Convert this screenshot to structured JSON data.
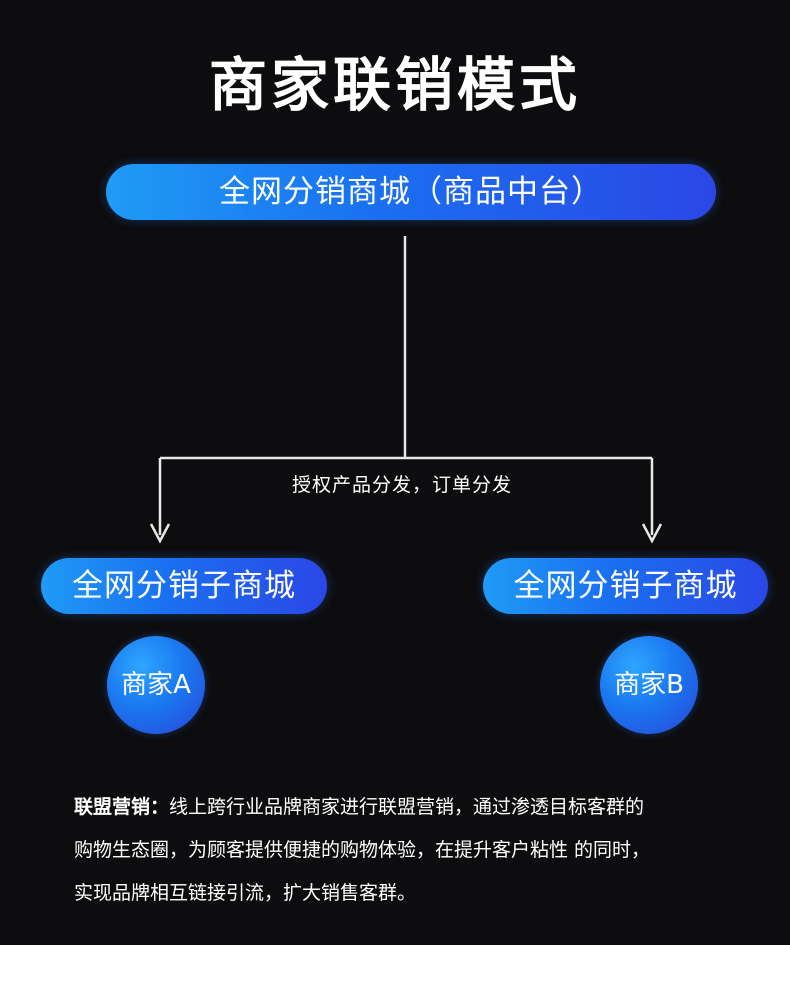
{
  "title": "商家联销模式",
  "top_node": {
    "label": "全网分销商城（商品中台）"
  },
  "flow_label": "授权产品分发，订单分发",
  "sub_nodes": [
    {
      "label": "全网分销子商城",
      "merchant": "商家A"
    },
    {
      "label": "全网分销子商城",
      "merchant": "商家B"
    }
  ],
  "description": {
    "lead": "联盟营销：",
    "line1": "线上跨行业品牌商家进行联盟营销，通过渗透目标客群的",
    "line2": "购物生态圈，为顾客提供便捷的购物体验，在提升客户粘性 的同时，",
    "line3": "实现品牌相互链接引流，扩大销售客群。"
  },
  "colors": {
    "background": "#0d0d0f",
    "accent_start": "#1f9bf5",
    "accent_end": "#2b47e6",
    "text": "#ffffff",
    "line": "#e8e8e8"
  }
}
